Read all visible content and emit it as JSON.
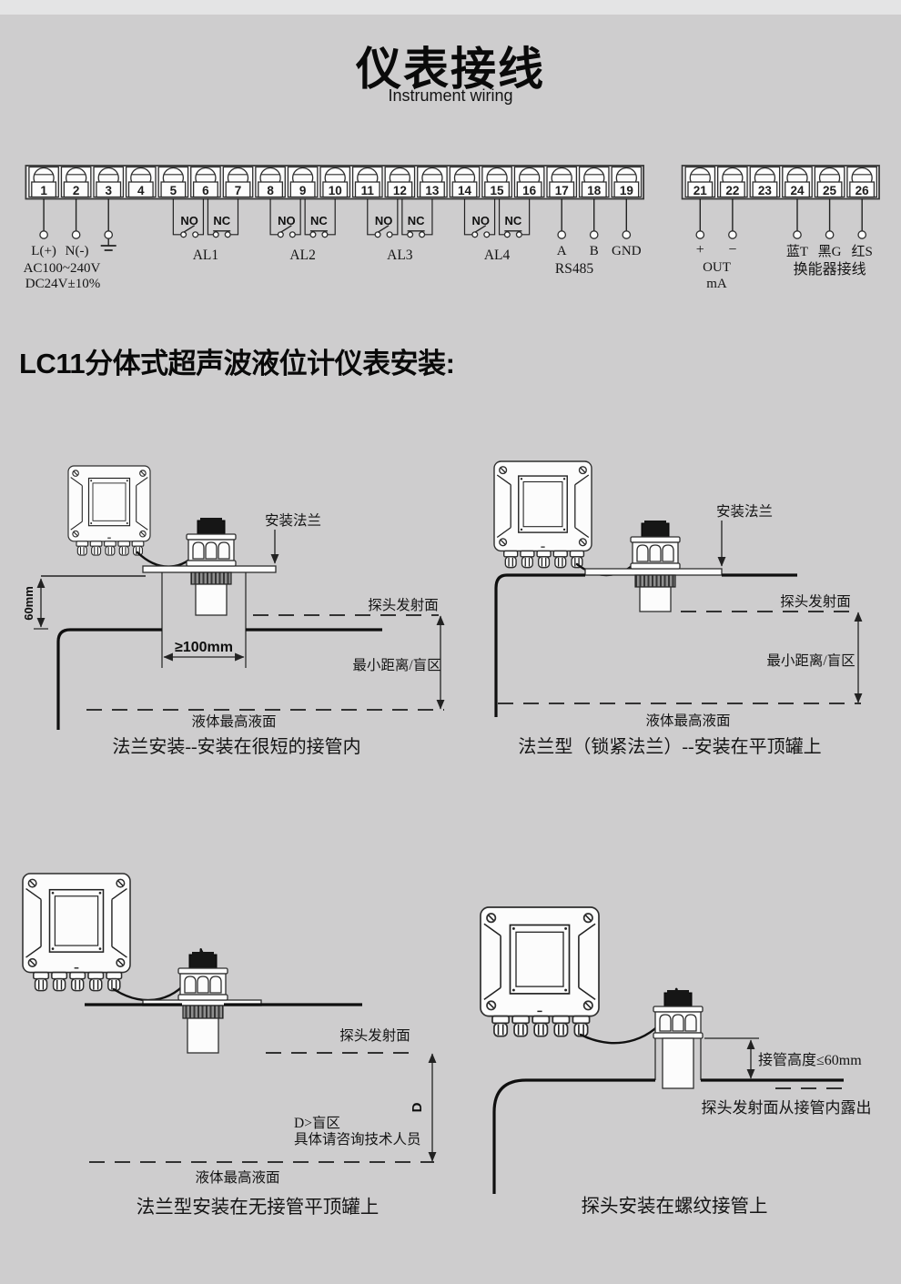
{
  "colors": {
    "page_bg": "#cecdce",
    "top_band": "#e4e4e5",
    "ink": "#1a1a1a",
    "terminal_fill": "#fcfcfc"
  },
  "header": {
    "title": "仪表接线",
    "subtitle": "Instrument wiring"
  },
  "section": {
    "heading": "LC11分体式超声波液位计仪表安装:"
  },
  "terminal_strip": {
    "block1_numbers": [
      "1",
      "2",
      "3",
      "4",
      "5",
      "6",
      "7",
      "8",
      "9",
      "10",
      "11",
      "12",
      "13",
      "14",
      "15",
      "16",
      "17",
      "18",
      "19"
    ],
    "block2_numbers": [
      "21",
      "22",
      "23",
      "24",
      "25",
      "26"
    ],
    "power": {
      "live": "L(+)",
      "neutral": "N(-)",
      "supply_ac": "AC100~240V",
      "supply_dc": "DC24V±10%"
    },
    "relays": [
      {
        "no": "NO",
        "nc": "NC",
        "name": "AL1"
      },
      {
        "no": "NO",
        "nc": "NC",
        "name": "AL2"
      },
      {
        "no": "NO",
        "nc": "NC",
        "name": "AL3"
      },
      {
        "no": "NO",
        "nc": "NC",
        "name": "AL4"
      }
    ],
    "rs485": {
      "a": "A",
      "b": "B",
      "gnd": "GND",
      "label": "RS485"
    },
    "current_out": {
      "plus": "+",
      "minus": "−",
      "line1": "OUT",
      "line2": "mA"
    },
    "transducer": {
      "blue": "蓝T",
      "black": "黑G",
      "red": "红S",
      "label": "换能器接线"
    }
  },
  "diagrams": {
    "d1": {
      "flange": "安装法兰",
      "probe_face": "探头发射面",
      "min_distance": "最小距离/盲区",
      "liquid_max": "液体最高液面",
      "dim_height": "60mm",
      "dim_width": "≥100mm",
      "caption": "法兰安装--安装在很短的接管内"
    },
    "d2": {
      "flange": "安装法兰",
      "probe_face": "探头发射面",
      "min_distance": "最小距离/盲区",
      "liquid_max": "液体最高液面",
      "caption": "法兰型（锁紧法兰）--安装在平顶罐上"
    },
    "d3": {
      "probe_face": "探头发射面",
      "dim_d": "D",
      "blind_note1": "D>盲区",
      "blind_note2": "具体请咨询技术人员",
      "liquid_max": "液体最高液面",
      "caption": "法兰型安装在无接管平顶罐上"
    },
    "d4": {
      "nozzle_height": "接管高度≤60mm",
      "protrude": "探头发射面从接管内露出",
      "caption": "探头安装在螺纹接管上"
    }
  }
}
